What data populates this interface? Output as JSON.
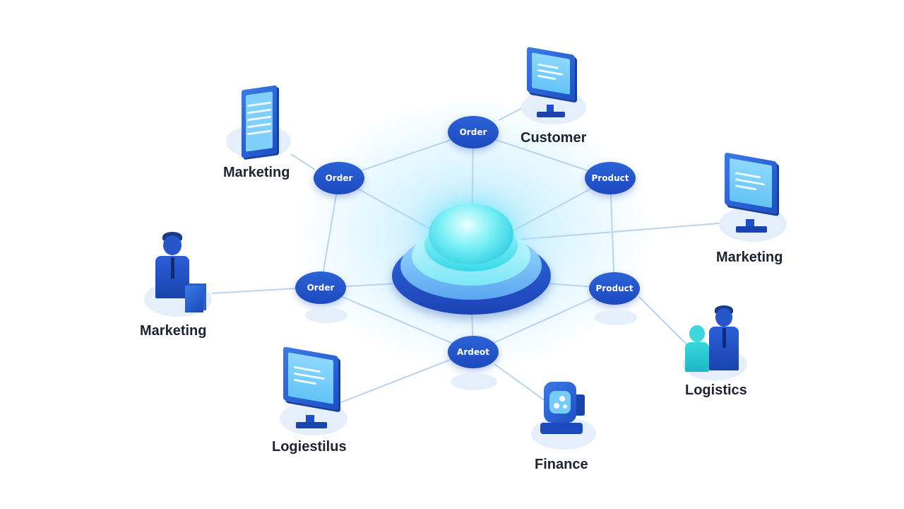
{
  "hub_nodes": [
    {
      "id": "n_top",
      "label": "Order"
    },
    {
      "id": "n_left_upper",
      "label": "Order"
    },
    {
      "id": "n_right_upper",
      "label": "Product"
    },
    {
      "id": "n_left_lower",
      "label": "Order"
    },
    {
      "id": "n_right_lower",
      "label": "Product"
    },
    {
      "id": "n_bottom",
      "label": "Ardeot"
    }
  ],
  "satellites": [
    {
      "id": "s_customer",
      "label": "Customer",
      "icon": "monitor-icon"
    },
    {
      "id": "s_marketing_doc",
      "label": "Marketing",
      "icon": "document-icon"
    },
    {
      "id": "s_marketing_monitor",
      "label": "Marketing",
      "icon": "monitor-icon"
    },
    {
      "id": "s_marketing_person",
      "label": "Marketing",
      "icon": "person-icon"
    },
    {
      "id": "s_logistics_people",
      "label": "Logistics",
      "icon": "people-icon"
    },
    {
      "id": "s_logiestilus",
      "label": "Logiestilus",
      "icon": "monitor-icon"
    },
    {
      "id": "s_finance",
      "label": "Finance",
      "icon": "finance-device-icon"
    }
  ],
  "colors": {
    "node_blue": "#1d49bf",
    "hub_cyan": "#2fd6e8",
    "link_line": "#b9d3f0",
    "label_text": "#1c2333"
  }
}
